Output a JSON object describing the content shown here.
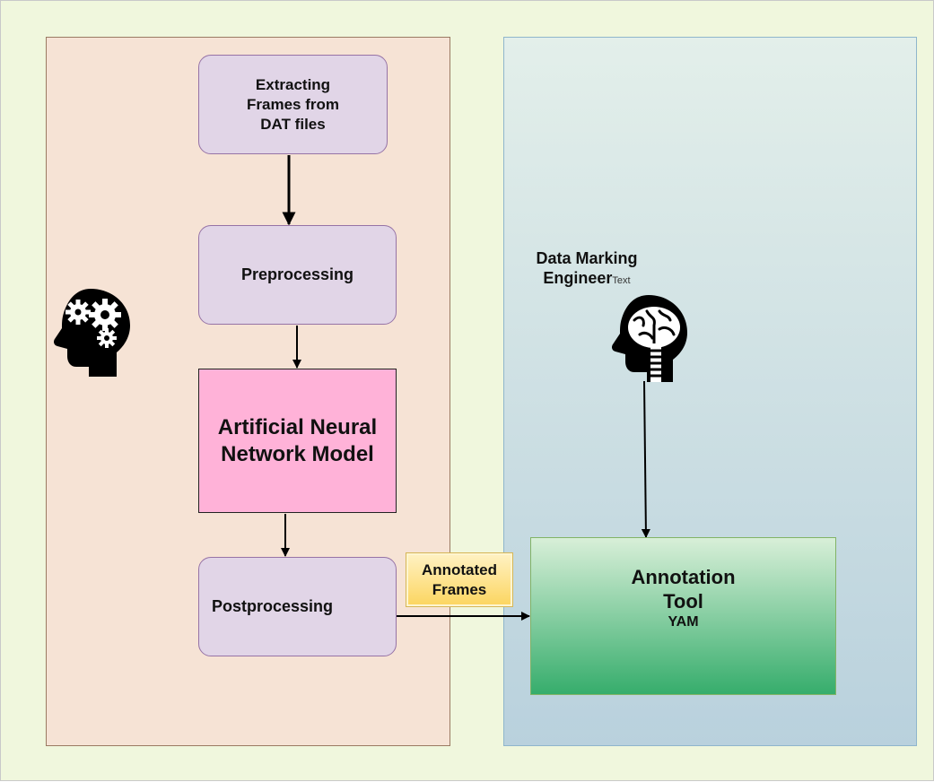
{
  "nodes": {
    "extract": "Extracting Frames from DAT files",
    "preprocessing": "Preprocessing",
    "ann": "Artificial Neural Network Model",
    "postprocessing": "Postprocessing",
    "annotated_frames": "Annotated Frames",
    "annotation_tool": {
      "title": "Annotation Tool",
      "subtitle": "YAM"
    }
  },
  "engineer": {
    "label": "Data Marking Engineer",
    "suffix": "Text"
  },
  "icons": {
    "left_head": "gear-head-icon",
    "right_head": "brain-head-icon"
  },
  "colors": {
    "background": "#f0f7dd",
    "left_panel": "#f6e3d5",
    "right_panel_top": "#e3efea",
    "right_panel_bottom": "#b9d1dd",
    "process_node": "#e1d5e7",
    "ann_node": "#ffb2d8",
    "frames_note": "#fcd55f",
    "tool_bottom": "#36ad6c"
  }
}
